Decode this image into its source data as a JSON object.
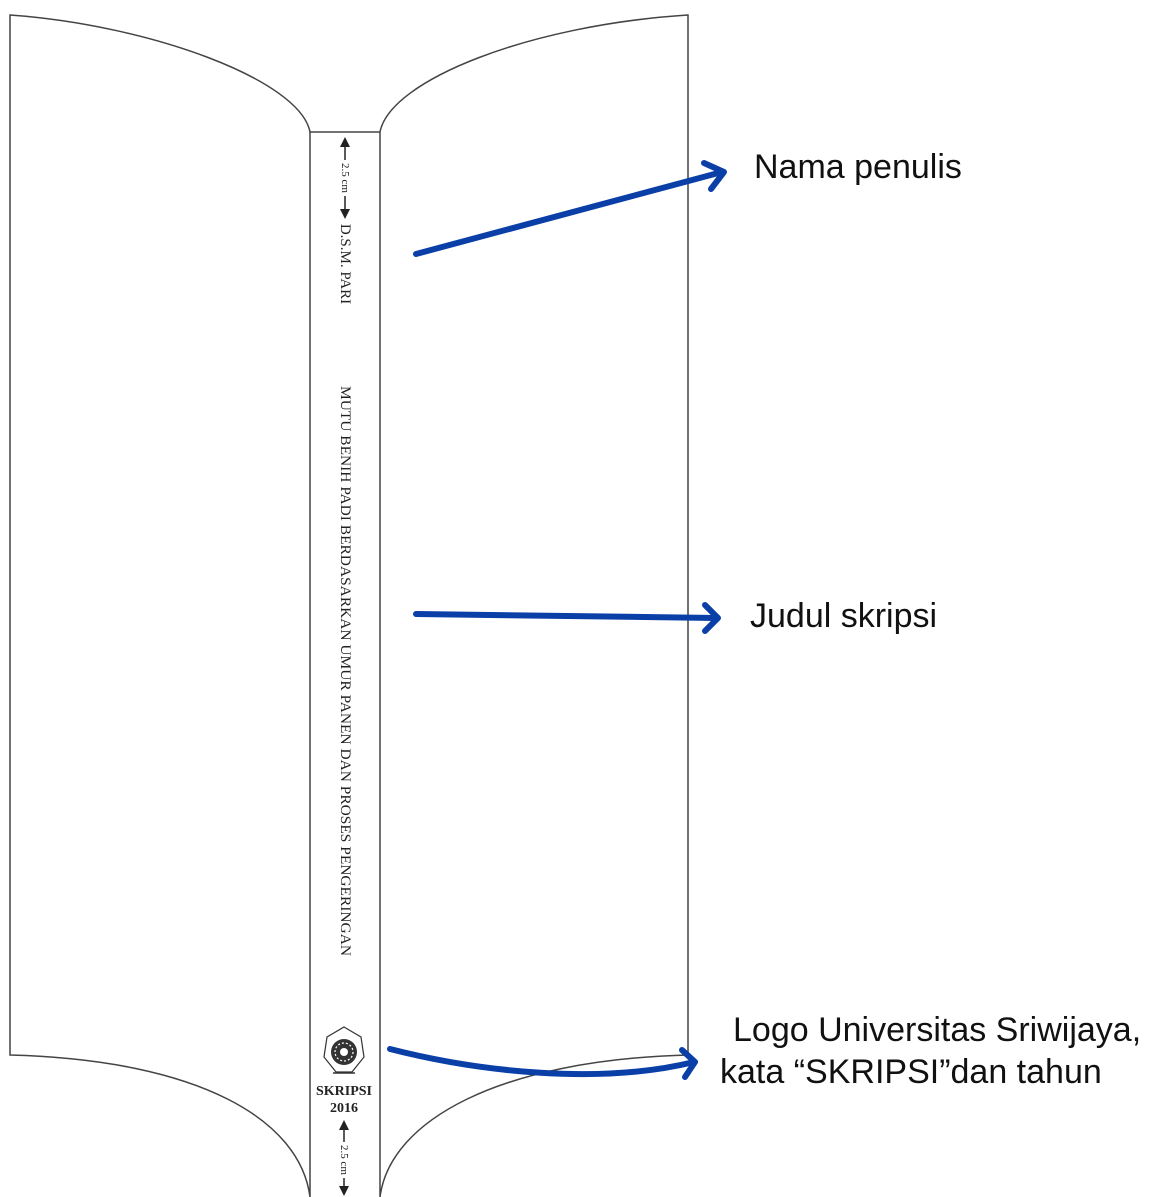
{
  "spine": {
    "top_margin_label": "2.5 cm",
    "author": "D.S.M. PARI",
    "title": "MUTU BENIH PADI BERDASARKAN UMUR PANEN DAN PROSES PENGERINGAN",
    "word": "SKRIPSI",
    "year": "2016",
    "bottom_margin_label": "2.5 cm"
  },
  "callouts": {
    "author_label": "Nama penulis",
    "title_label": "Judul skripsi",
    "logo_label_line1": "Logo Universitas Sriwijaya,",
    "logo_label_line2": "kata “SKRIPSI”dan tahun"
  },
  "colors": {
    "arrow": "#0a3fa8",
    "outline": "#444444"
  }
}
